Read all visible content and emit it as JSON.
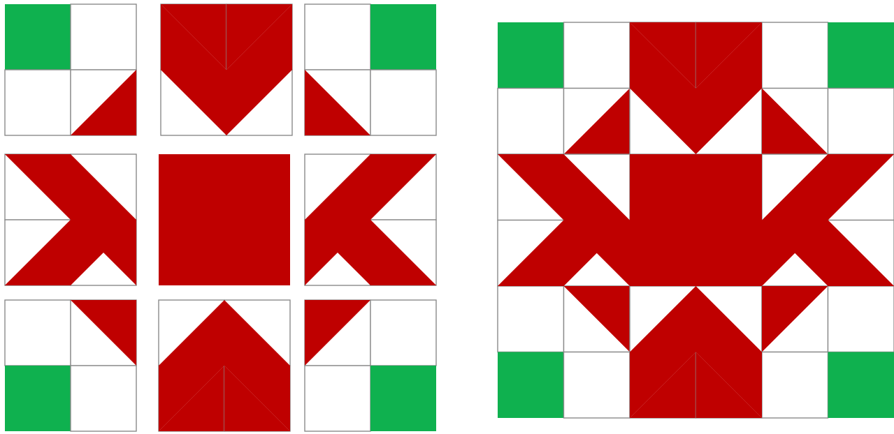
{
  "colors": {
    "red": "#bf0000",
    "green": "#0fb14f",
    "background": "#ffffff",
    "grid_line": "#8a8a8a"
  },
  "exploded_block": {
    "cells": [
      {
        "name": "corner-top-left",
        "quads": [
          "G",
          "W",
          "W",
          "br"
        ]
      },
      {
        "name": "goose-top",
        "quads": [
          "tr",
          "tl",
          "O",
          "O"
        ]
      },
      {
        "name": "corner-top-right",
        "quads": [
          "W",
          "G",
          "bl",
          "W"
        ]
      },
      {
        "name": "goose-left",
        "quads": [
          "O",
          "O",
          "br",
          "tr"
        ]
      },
      {
        "name": "center-square",
        "quads": [
          "R",
          "R",
          "R",
          "R"
        ]
      },
      {
        "name": "goose-right",
        "quads": [
          "O",
          "O",
          "tl",
          "bl"
        ]
      },
      {
        "name": "corner-bottom-left",
        "quads": [
          "W",
          "tr",
          "G",
          "W"
        ]
      },
      {
        "name": "goose-bottom",
        "quads": [
          "O",
          "O",
          "br",
          "bl"
        ]
      },
      {
        "name": "corner-bottom-right",
        "quads": [
          "tl",
          "W",
          "W",
          "G"
        ]
      }
    ]
  },
  "assembled_block": {
    "grid": [
      [
        "G",
        "W",
        "tr",
        "tl",
        "W",
        "G"
      ],
      [
        "W",
        "br",
        "O",
        "O",
        "bl",
        "W"
      ],
      [
        "O",
        "O",
        "R",
        "R",
        "O",
        "O"
      ],
      [
        "br",
        "tr",
        "R",
        "R",
        "tl",
        "bl"
      ],
      [
        "W",
        "tr",
        "O",
        "O",
        "tl",
        "W"
      ],
      [
        "G",
        "W",
        "br",
        "bl",
        "W",
        "G"
      ]
    ]
  }
}
